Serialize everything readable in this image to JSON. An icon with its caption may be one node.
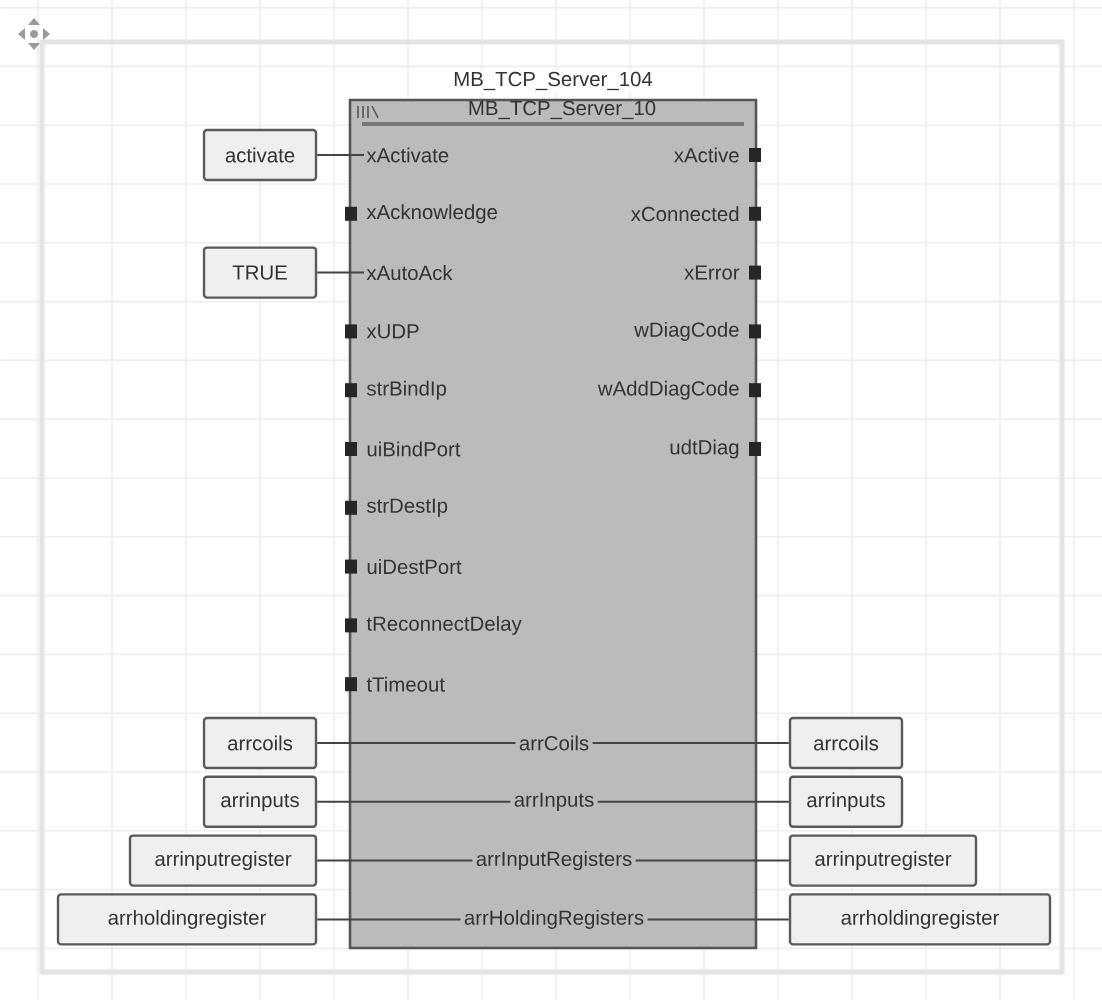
{
  "diagram": {
    "nodes": [
      {
        "text": [
          "MB_TCP_Server_104",
          "MB_TCP_Server_10"
        ]
      },
      {
        "text": [
          "activate"
        ]
      },
      {
        "text": [
          "xActivate"
        ],
        "in": 0
      },
      {
        "text": [
          "TRUE"
        ]
      },
      {
        "text": [
          "xAutoAck"
        ],
        "in": 0
      },
      {
        "text": [
          "arrcoils"
        ]
      },
      {
        "text": [
          "arrCoils"
        ],
        "in": 0
      },
      {
        "text": [
          "arrcoils"
        ]
      },
      {
        "text": [
          "arrinputs"
        ]
      },
      {
        "text": [
          "arrInputs"
        ],
        "in": 0
      },
      {
        "text": [
          "arrinputs"
        ]
      },
      {
        "text": [
          "arrinputregister"
        ]
      },
      {
        "text": [
          "arrInputRegisters"
        ],
        "in": 0
      },
      {
        "text": [
          "arrinputregister"
        ]
      },
      {
        "text": [
          "arrholdingregister"
        ]
      },
      {
        "text": [
          "arrHoldingRegisters"
        ],
        "in": 0
      },
      {
        "text": [
          "arrholdingregister"
        ]
      }
    ],
    "edges": [
      {
        "from": 1,
        "to": 2,
        "arrow": "none"
      },
      {
        "from": 3,
        "to": 4,
        "arrow": "none"
      },
      {
        "from": 5,
        "to": 6,
        "arrow": "none"
      },
      {
        "from": 6,
        "to": 7,
        "arrow": "none"
      },
      {
        "from": 8,
        "to": 9,
        "arrow": "none"
      },
      {
        "from": 9,
        "to": 10,
        "arrow": "none"
      },
      {
        "from": 11,
        "to": 12,
        "arrow": "none"
      },
      {
        "from": 12,
        "to": 13,
        "arrow": "none"
      },
      {
        "from": 14,
        "to": 15,
        "arrow": "none"
      },
      {
        "from": 15,
        "to": 16,
        "arrow": "none"
      }
    ],
    "labels": [
      "xActive",
      "xAcknowledge",
      "xConnected",
      "xError",
      "xUDP",
      "wDiagCode",
      "strBindIp",
      "wAddDiagCode",
      "uiBindPort",
      "udtDiag",
      "strDestIp",
      "uiDestPort",
      "tReconnectDelay",
      "tTimeout"
    ]
  }
}
